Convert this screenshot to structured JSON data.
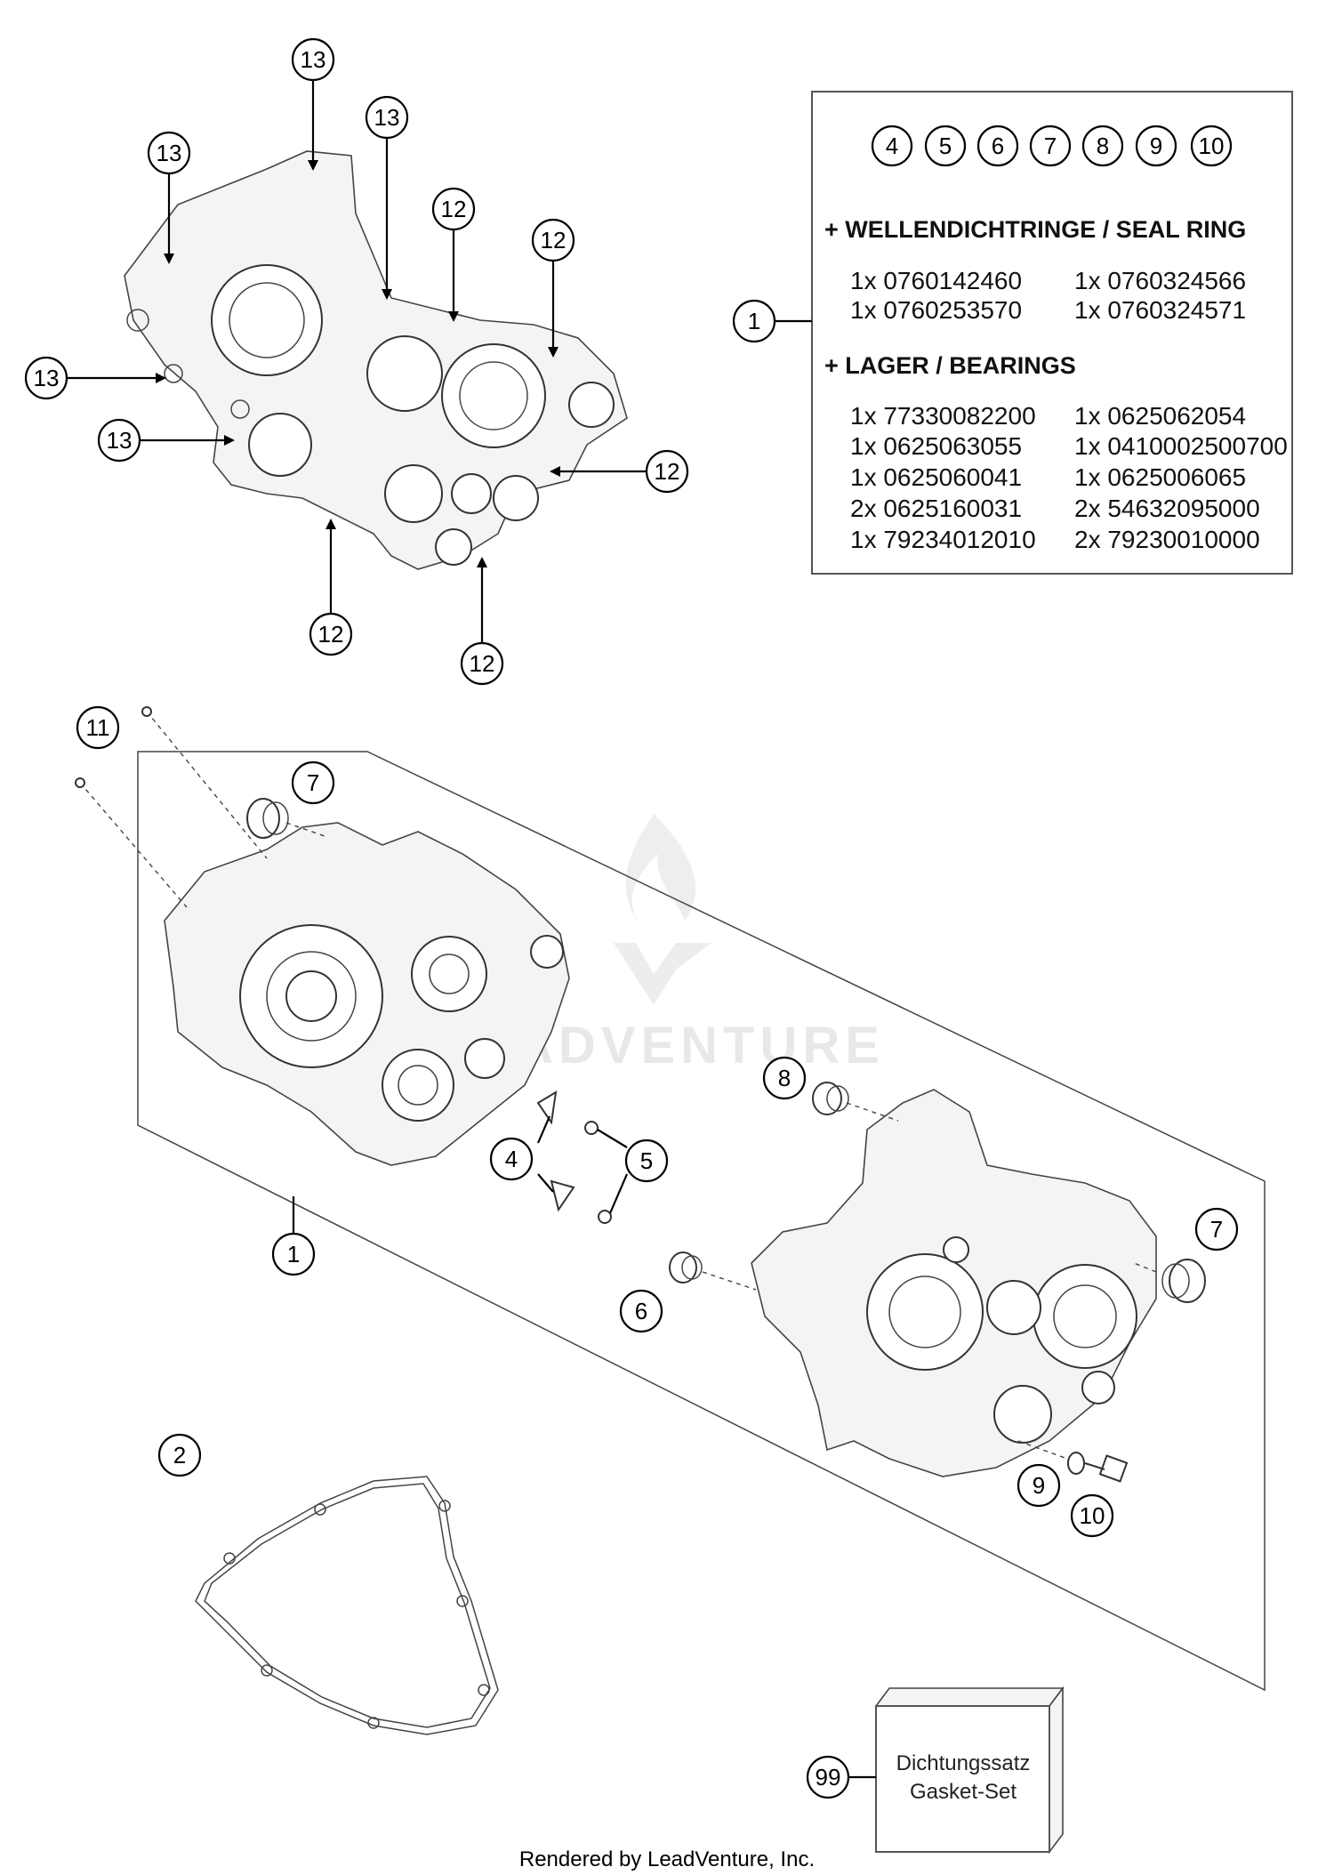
{
  "watermark": "ADVENTURE",
  "footer": "Rendered by LeadVenture, Inc.",
  "callouts": {
    "c13_a": "13",
    "c13_b": "13",
    "c13_c": "13",
    "c13_d": "13",
    "c13_e": "13",
    "c12_a": "12",
    "c12_b": "12",
    "c12_c": "12",
    "c12_d": "12",
    "c12_e": "12",
    "c1_info": "1",
    "c11": "11",
    "c7_left": "7",
    "c8": "8",
    "c7_right": "7",
    "c4": "4",
    "c5": "5",
    "c1_main": "1",
    "c6": "6",
    "c9": "9",
    "c10": "10",
    "c2": "2",
    "c99": "99"
  },
  "info_box": {
    "included_items": [
      "4",
      "5",
      "6",
      "7",
      "8",
      "9",
      "10"
    ],
    "seal_ring_heading": "+ WELLENDICHTRINGE / SEAL RING",
    "seal_rings": [
      [
        "1x 0760142460",
        "1x 0760324566"
      ],
      [
        "1x 0760253570",
        "1x 0760324571"
      ]
    ],
    "bearings_heading": "+ LAGER / BEARINGS",
    "bearings": [
      [
        "1x 77330082200",
        "1x 0625062054"
      ],
      [
        "1x 0625063055",
        "1x 0410002500700"
      ],
      [
        "1x 0625060041",
        "1x 0625006065"
      ],
      [
        "2x 0625160031",
        "2x 54632095000"
      ],
      [
        "1x 79234012010",
        "2x 79230010000"
      ]
    ]
  },
  "gasket_set": {
    "label_de": "Dichtungssatz",
    "label_en": "Gasket-Set"
  }
}
